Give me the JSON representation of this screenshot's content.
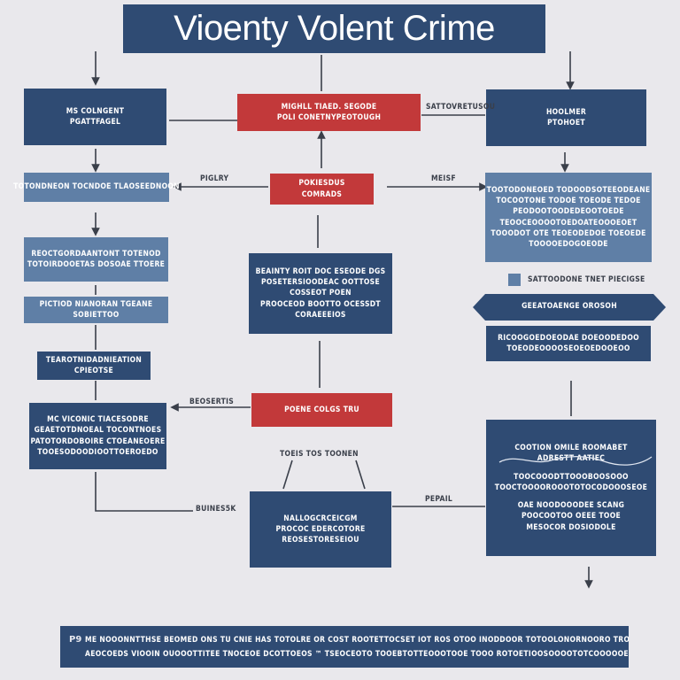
{
  "title": "Vioenty Volent Crime",
  "boxes": {
    "left1": [
      "MS COLNGENT",
      "PGATTFAGEL"
    ],
    "left2": [
      "TOTONDNEON TOCNDOE TLAOSEEDNOON"
    ],
    "left3": [
      "REOCTGORDAANTONT TOTENOD",
      "TOTOIRDOOETAS DOSOAE TTOERE"
    ],
    "left4": [
      "PICTIOD NIANORAN TGEANE",
      "SOBIETTOO"
    ],
    "left5": [
      "TEAROTNIDADNIEATION",
      "CPIEOTSE"
    ],
    "left6": [
      "MC VICONIC TIACESODRE",
      "GEAETOTDNOEAL TOCONTNOES",
      "PATOTORDOBOIRE CTOEANEOERE",
      "TOOESODOODIOOTTOEROEDO"
    ],
    "center_top": [
      "MIGHLL TIAED. SEGODE",
      "POLI CONETNYPEOTOUGH"
    ],
    "center_red2": [
      "POKIESDUS",
      "COMRADS"
    ],
    "center_mid": [
      "BEAINTY ROIT DOC ESEODE DGS",
      "POSETERSIOODEAC OOTTOSE",
      "COSSEOT POEN",
      "PROOCEOD BOOTTO OCESSDT",
      "CORAEEEIOS"
    ],
    "center_red3": [
      "POENE COLGS TRU"
    ],
    "center_bot": [
      "NALLOGCRCEICGM",
      "PROCOC EDERCOTORE",
      "REOSESTORESEIOU"
    ],
    "right1": [
      "HOOLMER",
      "PTOHOET"
    ],
    "right2": [
      "TOOTODONEOED TODOODSOTEEODEANE",
      "TOCOOTONE TODOE TOEODE TEDOE",
      "PEODOOTOODEDEOOTOEDE",
      "TEOOCEOOOOTOEDOATEOOOEOET",
      "TOOODOT OTE TEOEODEDOE TOEOEDE",
      "TOOOOEDOGOEODE"
    ],
    "right3": [
      "RICOOGOEDOEODAE DOEOODEDOO",
      "TOEODEOOOOSEOEOEDOOEOO"
    ],
    "right4": [
      "COOTION OMILE ROOMABET",
      "ADRESTT AATIEC",
      "TOOCOOODTTOOOBOOSOOO",
      "TOOCTOOOOROOOTOTOCODOOOSEOE",
      "OAE NOODOOODEE SCANG",
      "POOCOOTOO OEEE TOOE",
      "MESOCOR DOSIODOLE"
    ]
  },
  "banner_label": "GEEATOAENGE OROSOH",
  "legend_label": "SATTOODONE TNET PIECIGSE",
  "labels": {
    "top_right_link": "SATTOVRETUSOU",
    "left_link": "PIGLRY",
    "right_link": "MEISF",
    "mid_left_link": "BEOSERTIS",
    "bottom_left_link": "BUINES5K",
    "fork_label": "TOEIS TOS TOONEN",
    "bottom_right_link": "PEPAIL"
  },
  "footer": {
    "mark": "P9",
    "line1": "ME NOOONNTTHSE BEOMED ONS TU CNIE HAS TOTOLRE OR COST ROOTETTOCSET IOT ROS OTOO INODDOOR TOTOOLONORNOORO TRODOOTO",
    "line2": "AEOCOEDS VIOOIN OUOOOTTITEE TNOCEOE DCOTTOEOS ™   TSEOCEOTO TOOEBTOTTEOOOTOOE TOOO ROTOETIOOSOOOOTOTCOOOOOEDCOT ™"
  },
  "colors": {
    "navy": "#2f4b73",
    "slate": "#5f7fa6",
    "red": "#c2393a",
    "background": "#e9e8ec"
  }
}
